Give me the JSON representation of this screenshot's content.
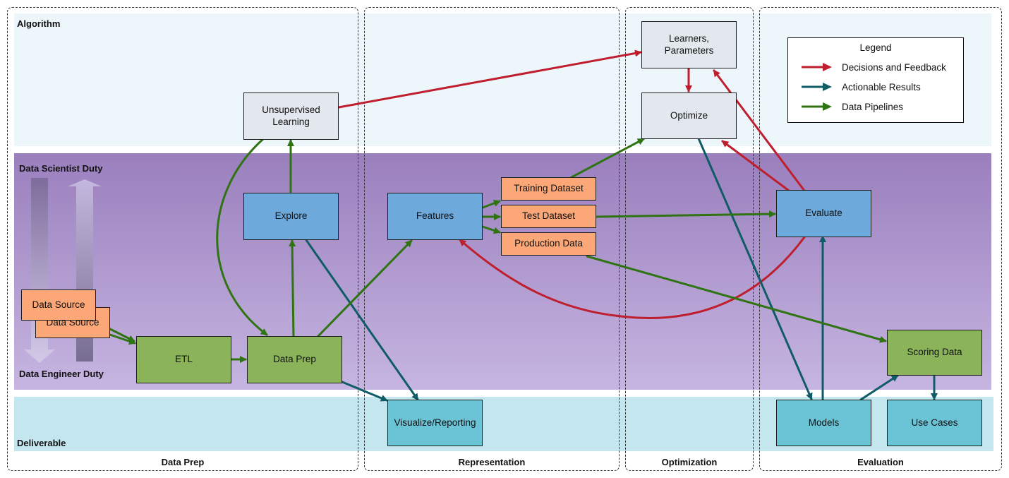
{
  "bands": {
    "algorithm": "Algorithm",
    "data_scientist": "Data Scientist Duty",
    "data_engineer": "Data Engineer Duty",
    "deliverable": "Deliverable"
  },
  "columns": {
    "data_prep": "Data Prep",
    "representation": "Representation",
    "optimization": "Optimization",
    "evaluation": "Evaluation"
  },
  "nodes": {
    "learners": "Learners,\nParameters",
    "optimize": "Optimize",
    "unsupervised": "Unsupervised\nLearning",
    "explore": "Explore",
    "features": "Features",
    "training": "Training Dataset",
    "test": "Test Dataset",
    "production": "Production Data",
    "evaluate": "Evaluate",
    "source_back": "Data Source",
    "source_front": "Data Source",
    "etl": "ETL",
    "dataprep": "Data Prep",
    "scoring": "Scoring Data",
    "visualize": "Visualize/Reporting",
    "models": "Models",
    "usecases": "Use Cases"
  },
  "legend": {
    "title": "Legend",
    "items": [
      {
        "label": "Decisions and Feedback",
        "color": "#bf1e2e"
      },
      {
        "label": "Actionable Results",
        "color": "#0f5c66"
      },
      {
        "label": "Data Pipelines",
        "color": "#2f7312"
      }
    ]
  },
  "colors": {
    "decision": "#bf1e2e",
    "actionable": "#0f5c66",
    "pipeline": "#2f7312",
    "algorithm_band": "#edf6fa",
    "deliverable_band": "#c4e6ef",
    "scientist_band_top": "#9a7fbd",
    "scientist_band_bottom": "#c6b5e1"
  }
}
